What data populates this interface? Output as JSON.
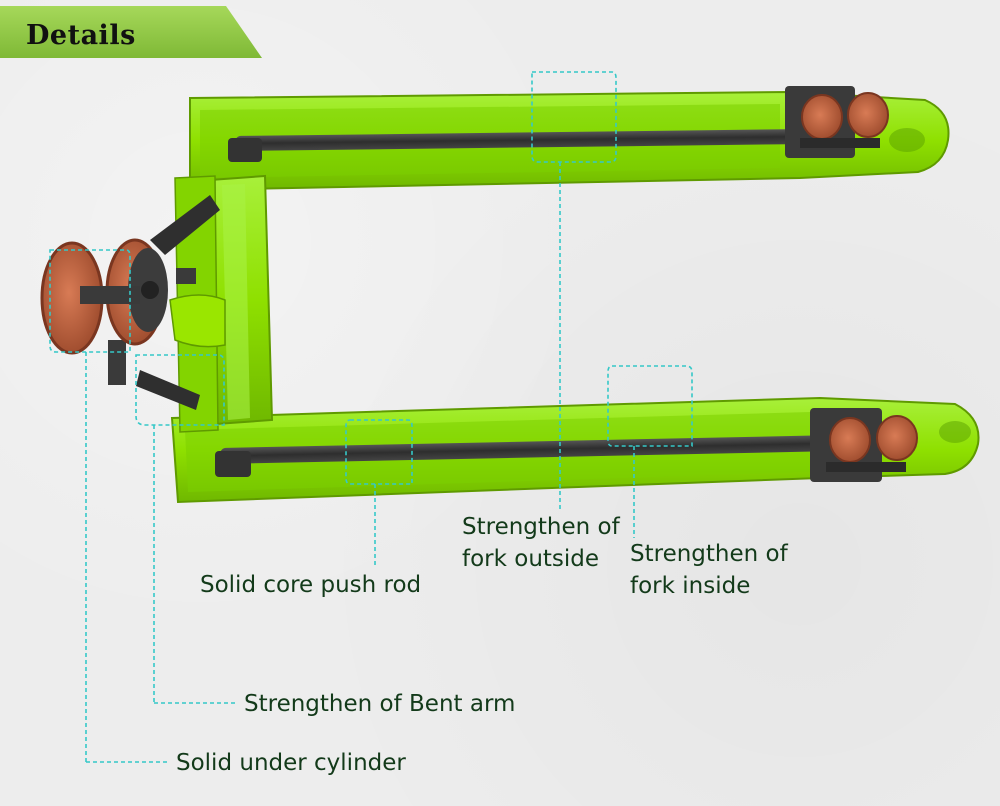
{
  "banner": {
    "title": "Details",
    "color": "#8dc63f"
  },
  "colors": {
    "frame": "#8fe000",
    "frame_shadow": "#5fa000",
    "rod": "#3a3a3a",
    "wheel": "#c0623f",
    "callout": "#35c8c8"
  },
  "labels": {
    "fork_outside": "Strengthen of fork outside",
    "fork_inside": "Strengthen of fork inside",
    "push_rod": "Solid core push rod",
    "bent_arm": "Strengthen of Bent arm",
    "under_cylinder": "Solid under cylinder"
  },
  "icons": [
    "pallet-truck-image",
    "load-roller-icon",
    "steering-wheel-icon"
  ]
}
